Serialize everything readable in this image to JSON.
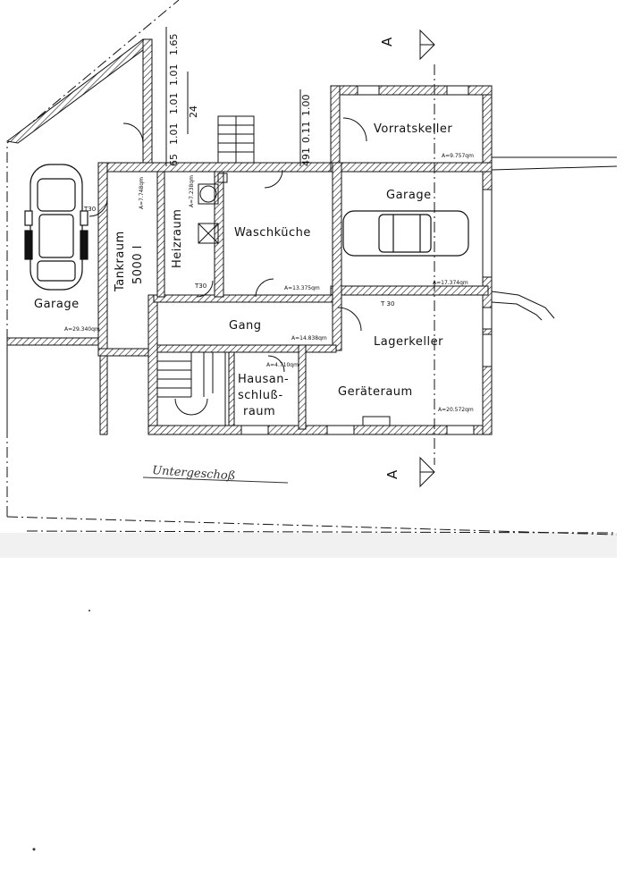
{
  "title_label": "Untergeschoß",
  "rooms": {
    "garage_left": {
      "label": "Garage",
      "area": "A=29.340qm"
    },
    "tankraum": {
      "label": "Tankraum",
      "sublabel": "5000 l",
      "area": "A=7.748qm"
    },
    "heizraum": {
      "label": "Heizraum",
      "area": "A=7.238qm"
    },
    "waschkueche": {
      "label": "Waschküche",
      "area": "A=13.375qm"
    },
    "vorratskeller": {
      "label": "Vorratskeller",
      "area": "A=9.757qm"
    },
    "garage_right": {
      "label": "Garage",
      "area": "A=17.374qm"
    },
    "gang": {
      "label": "Gang",
      "area": "A=14.838qm"
    },
    "lagerkeller": {
      "label": "Lagerkeller"
    },
    "hausanschluss": {
      "label_1": "Hausan-",
      "label_2": "schluß-",
      "label_3": "raum",
      "area": "A=4.710qm"
    },
    "geraeteraum": {
      "label": "Geräteraum",
      "area": "A=20.572qm"
    }
  },
  "doors": {
    "t30_tank": "T30",
    "t30_heiz": "T30",
    "t30_garage": "T 30"
  },
  "dimensions": {
    "left_column": [
      "65",
      "1.01",
      "1.01",
      "1.01",
      "1.65"
    ],
    "left_sub": "24",
    "right_column": [
      "491",
      "0.11",
      "1.00"
    ]
  },
  "section": {
    "top": "A",
    "bottom": "A"
  }
}
